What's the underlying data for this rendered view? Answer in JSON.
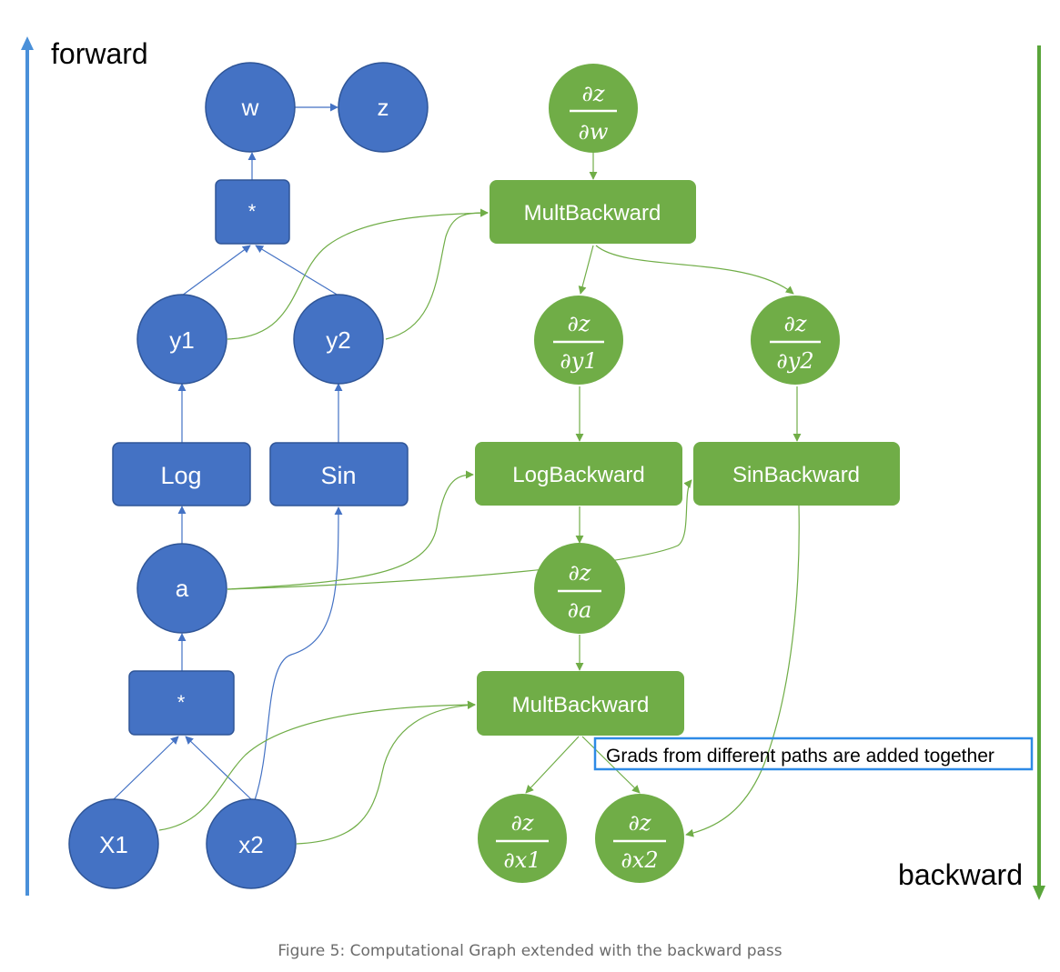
{
  "labels": {
    "forward": "forward",
    "backward": "backward",
    "note": "Grads from different paths are added together",
    "caption": "Figure 5: Computational Graph extended with the backward pass"
  },
  "forward_nodes": {
    "w": "w",
    "z": "z",
    "mult_top": "*",
    "y1": "y1",
    "y2": "y2",
    "log": "Log",
    "sin": "Sin",
    "a": "a",
    "mult_bottom": "*",
    "x1": "X1",
    "x2": "x2"
  },
  "backward_nodes": {
    "mult_backward_top": "MultBackward",
    "log_backward": "LogBackward",
    "sin_backward": "SinBackward",
    "mult_backward_bottom": "MultBackward"
  },
  "gradients": {
    "dz_dw": {
      "num": "∂z",
      "den": "∂w"
    },
    "dz_dy1": {
      "num": "∂z",
      "den": "∂y1"
    },
    "dz_dy2": {
      "num": "∂z",
      "den": "∂y2"
    },
    "dz_da": {
      "num": "∂z",
      "den": "∂a"
    },
    "dz_dx1": {
      "num": "∂z",
      "den": "∂x1"
    },
    "dz_dx2": {
      "num": "∂z",
      "den": "∂x2"
    }
  },
  "colors": {
    "forward_fill": "#4472c4",
    "forward_stroke": "#2f5597",
    "backward_fill": "#70ad47",
    "forward_arrow": "#4a90d9",
    "backward_arrow": "#5aa53b",
    "note_border": "#2e8ae6"
  }
}
